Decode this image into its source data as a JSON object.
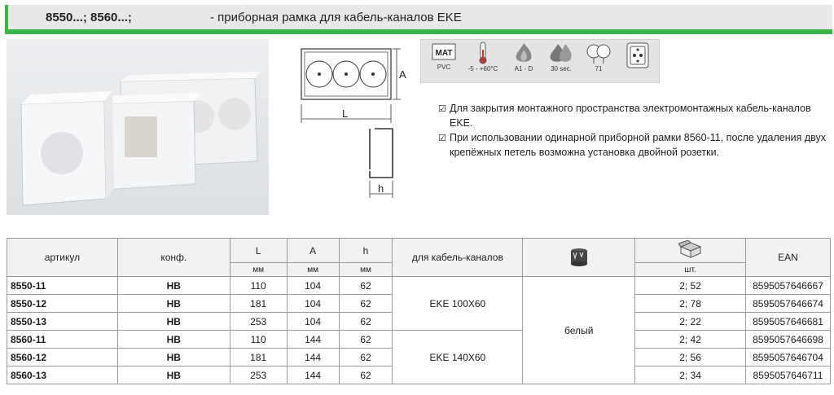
{
  "header": {
    "code": "8550...; 8560...;",
    "title": "- приборная рамка для кабель-каналов EKE"
  },
  "drawing": {
    "dim_a": "A",
    "dim_l": "L",
    "dim_h": "h"
  },
  "icons": [
    {
      "name": "material-icon",
      "badge": "MAT",
      "label": "PVC"
    },
    {
      "name": "thermometer-icon",
      "label": "-5 - +60°C"
    },
    {
      "name": "flame-icon",
      "label": "A1 - D"
    },
    {
      "name": "double-flame-icon",
      "label": "30 sec."
    },
    {
      "name": "glow-wire-icon",
      "label": "71"
    },
    {
      "name": "socket-icon",
      "label": ""
    }
  ],
  "bullets": [
    "Для закрытия монтажного пространства электромонтажных кабель-каналов EKE.",
    "При использовании одинарной приборной рамки 8560-11, после удаления двух крепёжных петель возможна установка двойной розетки."
  ],
  "table": {
    "headers": {
      "article": "артикул",
      "config": "конф.",
      "l": "L",
      "a": "A",
      "h": "h",
      "channel": "для кабель-каналов",
      "qty_unit": "шт.",
      "ean": "EAN"
    },
    "units": {
      "l": "мм",
      "a": "мм",
      "h": "мм"
    },
    "channel_groups": [
      "EKE 100X60",
      "EKE 140X60"
    ],
    "color": "белый",
    "rows": [
      {
        "article": "8550-11",
        "config": "HB",
        "l": "110",
        "a": "104",
        "h": "62",
        "qty": "2; 52",
        "ean": "8595057646667"
      },
      {
        "article": "8550-12",
        "config": "HB",
        "l": "181",
        "a": "104",
        "h": "62",
        "qty": "2; 78",
        "ean": "8595057646674"
      },
      {
        "article": "8550-13",
        "config": "HB",
        "l": "253",
        "a": "104",
        "h": "62",
        "qty": "2; 22",
        "ean": "8595057646681"
      },
      {
        "article": "8560-11",
        "config": "HB",
        "l": "110",
        "a": "144",
        "h": "62",
        "qty": "2; 42",
        "ean": "8595057646698"
      },
      {
        "article": "8560-12",
        "config": "HB",
        "l": "181",
        "a": "144",
        "h": "62",
        "qty": "2; 56",
        "ean": "8595057646704"
      },
      {
        "article": "8560-13",
        "config": "HB",
        "l": "253",
        "a": "144",
        "h": "62",
        "qty": "2; 34",
        "ean": "8595057646711"
      }
    ]
  }
}
